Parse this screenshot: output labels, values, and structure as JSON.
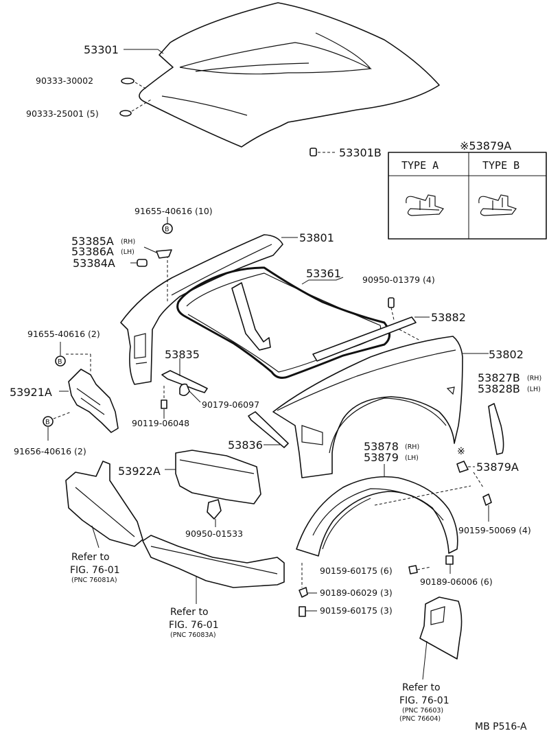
{
  "labels": {
    "p53301": "53301",
    "p90333_30002": "90333-30002",
    "p90333_25001": "90333-25001 (5)",
    "p53301B": "53301B",
    "p53879A_box": "※53879A",
    "type_a": "TYPE A",
    "type_b": "TYPE B",
    "p91655_40616_10": "91655-40616 (10)",
    "p53385A": "53385A",
    "p53385A_side": "(RH)",
    "p53386A": "53386A",
    "p53386A_side": "(LH)",
    "p53384A": "53384A",
    "p53801": "53801",
    "p53361": "53361",
    "p90950_01379": "90950-01379 (4)",
    "p53882": "53882",
    "p53802": "53802",
    "p91655_40616_2": "91655-40616 (2)",
    "p53835": "53835",
    "p53921A": "53921A",
    "p90179_06097": "90179-06097",
    "p90119_06048": "90119-06048",
    "p53827B": "53827B",
    "p53827B_side": "(RH)",
    "p53828B": "53828B",
    "p53828B_side": "(LH)",
    "p91656_40616": "91656-40616 (2)",
    "p53836": "53836",
    "p53878": "53878",
    "p53878_side": "(RH)",
    "p53879": "53879",
    "p53879_side": "(LH)",
    "p53879A_fastener": "※",
    "p53879A_fastener_num": "53879A",
    "p53922A": "53922A",
    "p90950_01533": "90950-01533",
    "p90159_50069": "90159-50069 (4)",
    "p90159_60175_6": "90159-60175 (6)",
    "p90189_06006": "90189-06006 (6)",
    "p90189_06029": "90189-06029 (3)",
    "p90159_60175_3": "90159-60175 (3)",
    "ref1_a": "Refer to",
    "ref1_b": "FIG. 76-01",
    "ref1_c": "(PNC 76081A)",
    "ref2_a": "Refer to",
    "ref2_b": "FIG. 76-01",
    "ref2_c": "(PNC 76083A)",
    "ref3_a": "Refer to",
    "ref3_b": "FIG. 76-01",
    "ref3_c": "(PNC 76603)",
    "ref3_d": "(PNC 76604)",
    "bolt_b": "B",
    "code": "MB P516-A"
  }
}
